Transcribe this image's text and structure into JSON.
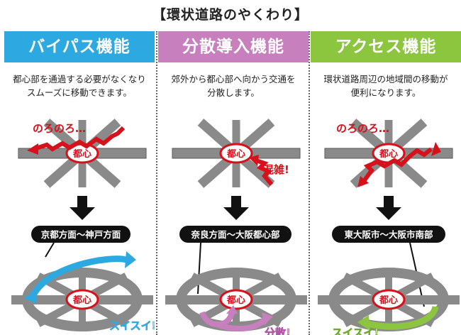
{
  "title": "【環状道路のやくわり】",
  "center_label": "都心",
  "columns": [
    {
      "header": "バイパス機能",
      "color": "#2ca9e1",
      "description": [
        "都心部を通過する必要がなくなり",
        "スムーズに移動できます。"
      ],
      "slow_label": "のろのろ…",
      "route_label": "京都方面〜神戸方面",
      "result_label": "スイスイ!"
    },
    {
      "header": "分散導入機能",
      "color": "#c77fbd",
      "description": [
        "郊外から都心部へ向かう交通を",
        "分散します。"
      ],
      "congestion_label": "混雑!",
      "route_label": "奈良方面〜大阪都心部",
      "result_label": "分散!"
    },
    {
      "header": "アクセス機能",
      "color": "#8cc63f",
      "description": [
        "環状道路周辺の地域間の移動が",
        "便利になります。"
      ],
      "slow_label": "のろのろ…",
      "route_label": "東大阪市〜大阪市南部",
      "result_label": "スイスイ!"
    }
  ],
  "colors": {
    "road": "#8a8a8a",
    "road_edge": "#5a5a5a",
    "slow_arrow": "#d7111c",
    "arrow": "#111111",
    "label_box": "#111111"
  }
}
